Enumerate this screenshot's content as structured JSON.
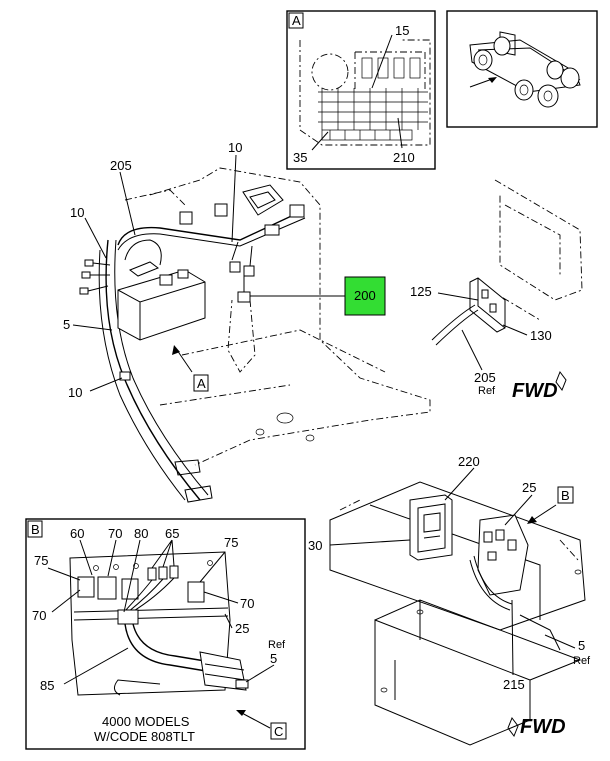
{
  "callouts": {
    "highlight_color": "#33dd33",
    "main": {
      "c205": "205",
      "c10_top": "10",
      "c10_left": "10",
      "c5": "5",
      "c10_bottom": "10",
      "c200": "200",
      "view_a": "A"
    },
    "detail_a": {
      "tag": "A",
      "c15": "15",
      "c35": "35",
      "c210": "210"
    },
    "bracket": {
      "c125": "125",
      "c130": "130",
      "c205": "205",
      "ref": "Ref",
      "fwd": "FWD"
    },
    "frame": {
      "c220": "220",
      "c25": "25",
      "view_b": "B",
      "c30": "30",
      "c5": "5",
      "ref": "Ref",
      "c215": "215",
      "fwd": "FWD"
    },
    "detail_b": {
      "tag": "B",
      "c60": "60",
      "c70a": "70",
      "c80": "80",
      "c65": "65",
      "c75a": "75",
      "c75b": "75",
      "c70b": "70",
      "c70c": "70",
      "c25": "25",
      "ref": "Ref",
      "c5": "5",
      "c85": "85",
      "caption_1": "4000 MODELS",
      "caption_2": "W/CODE 808TLT",
      "view_c": "C"
    }
  }
}
